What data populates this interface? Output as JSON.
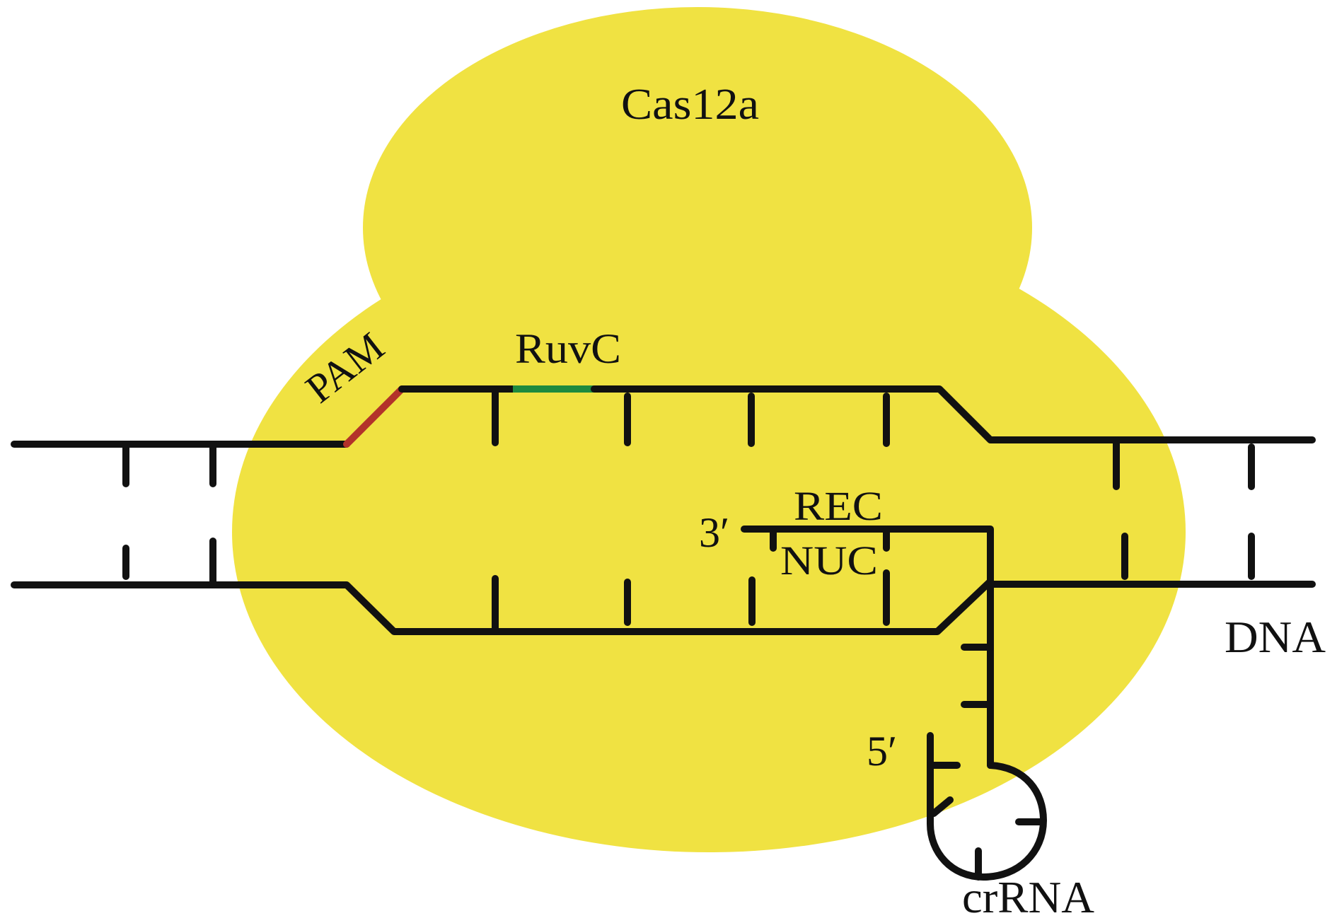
{
  "figure": {
    "type": "Cas12a-crRNA-DNA complex schematic",
    "labels": {
      "protein": "Cas12a",
      "pam": "PAM",
      "ruvc": "RuvC",
      "rec": "REC",
      "nuc": "NUC",
      "three_prime": "3′",
      "five_prime": "5′",
      "dna": "DNA",
      "crrna": "crRNA"
    },
    "colors": {
      "protein_fill": "#f0e242",
      "strand": "#111111",
      "pam_segment": "#b3322a",
      "ruvc_segment": "#1e8a3e",
      "background": "#ffffff"
    }
  }
}
